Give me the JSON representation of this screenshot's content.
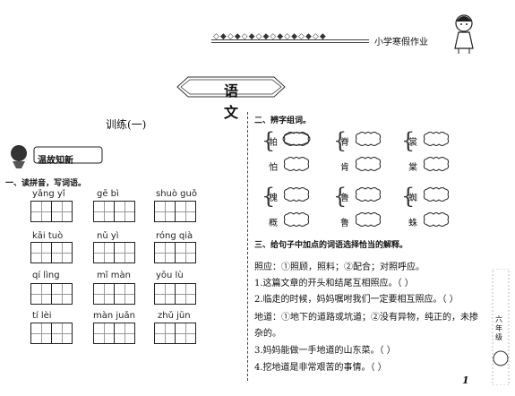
{
  "header": {
    "diamonds": "◇◆◇◆◇◆◇◆◇◆◇◆◇◆◇◆",
    "label": "小学寒假作业"
  },
  "title": "语 文",
  "lesson": "训练(一)",
  "review_badge": "温故知新",
  "section1": {
    "title": "一、读拼音，写词语。",
    "items": [
      {
        "pinyin": "yǎng  yǐ"
      },
      {
        "pinyin": "gē  bì"
      },
      {
        "pinyin": "shuò  guǒ"
      },
      {
        "pinyin": "kāi  tuò"
      },
      {
        "pinyin": "nǔ  yì"
      },
      {
        "pinyin": "róng  qià"
      },
      {
        "pinyin": "qí  lìng"
      },
      {
        "pinyin": "mǐ  màn"
      },
      {
        "pinyin": "yōu  lù"
      },
      {
        "pinyin": "tí  lèi"
      },
      {
        "pinyin": "màn  juǎn"
      },
      {
        "pinyin": "zhǔ  jūn"
      }
    ]
  },
  "section2": {
    "title": "二、辨字组词。",
    "groups": [
      {
        "chars": [
          "帕",
          "怕"
        ]
      },
      {
        "chars": [
          "脊",
          "肯"
        ]
      },
      {
        "chars": [
          "裳",
          "棠"
        ]
      },
      {
        "chars": [
          "槐",
          "概"
        ]
      },
      {
        "chars": [
          "鲁",
          "鲁"
        ]
      },
      {
        "chars": [
          "蜘",
          "蛛"
        ]
      }
    ]
  },
  "section3": {
    "title": "三、给句子中加点的词语选择恰当的解释。",
    "lines": [
      "照应：①照顾，照料；②配合；对照呼应。",
      "1.这篇文章的开头和结尾互相照应。（     ）",
      "2.临走的时候，妈妈嘱咐我们一定要相互照应。（     ）",
      "地道：①地下的道路或坑道；②没有异物，纯正的，未掺",
      "杂的。",
      "3.妈妈能做一手地道的山东菜。（     ）",
      "4.挖地道是非常艰苦的事情。（     ）"
    ]
  },
  "side_label": "六年级",
  "page_number": "1"
}
